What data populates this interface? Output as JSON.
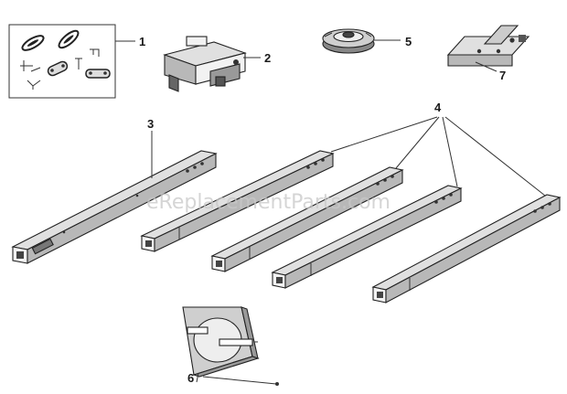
{
  "callouts": {
    "hardware_bag": "1",
    "trolley": "2",
    "front_rail": "3",
    "rail_sections": "4",
    "pulley": "5",
    "door_bracket": "7",
    "pulley_bracket": "6"
  },
  "watermark": "eReplacementParts.com"
}
